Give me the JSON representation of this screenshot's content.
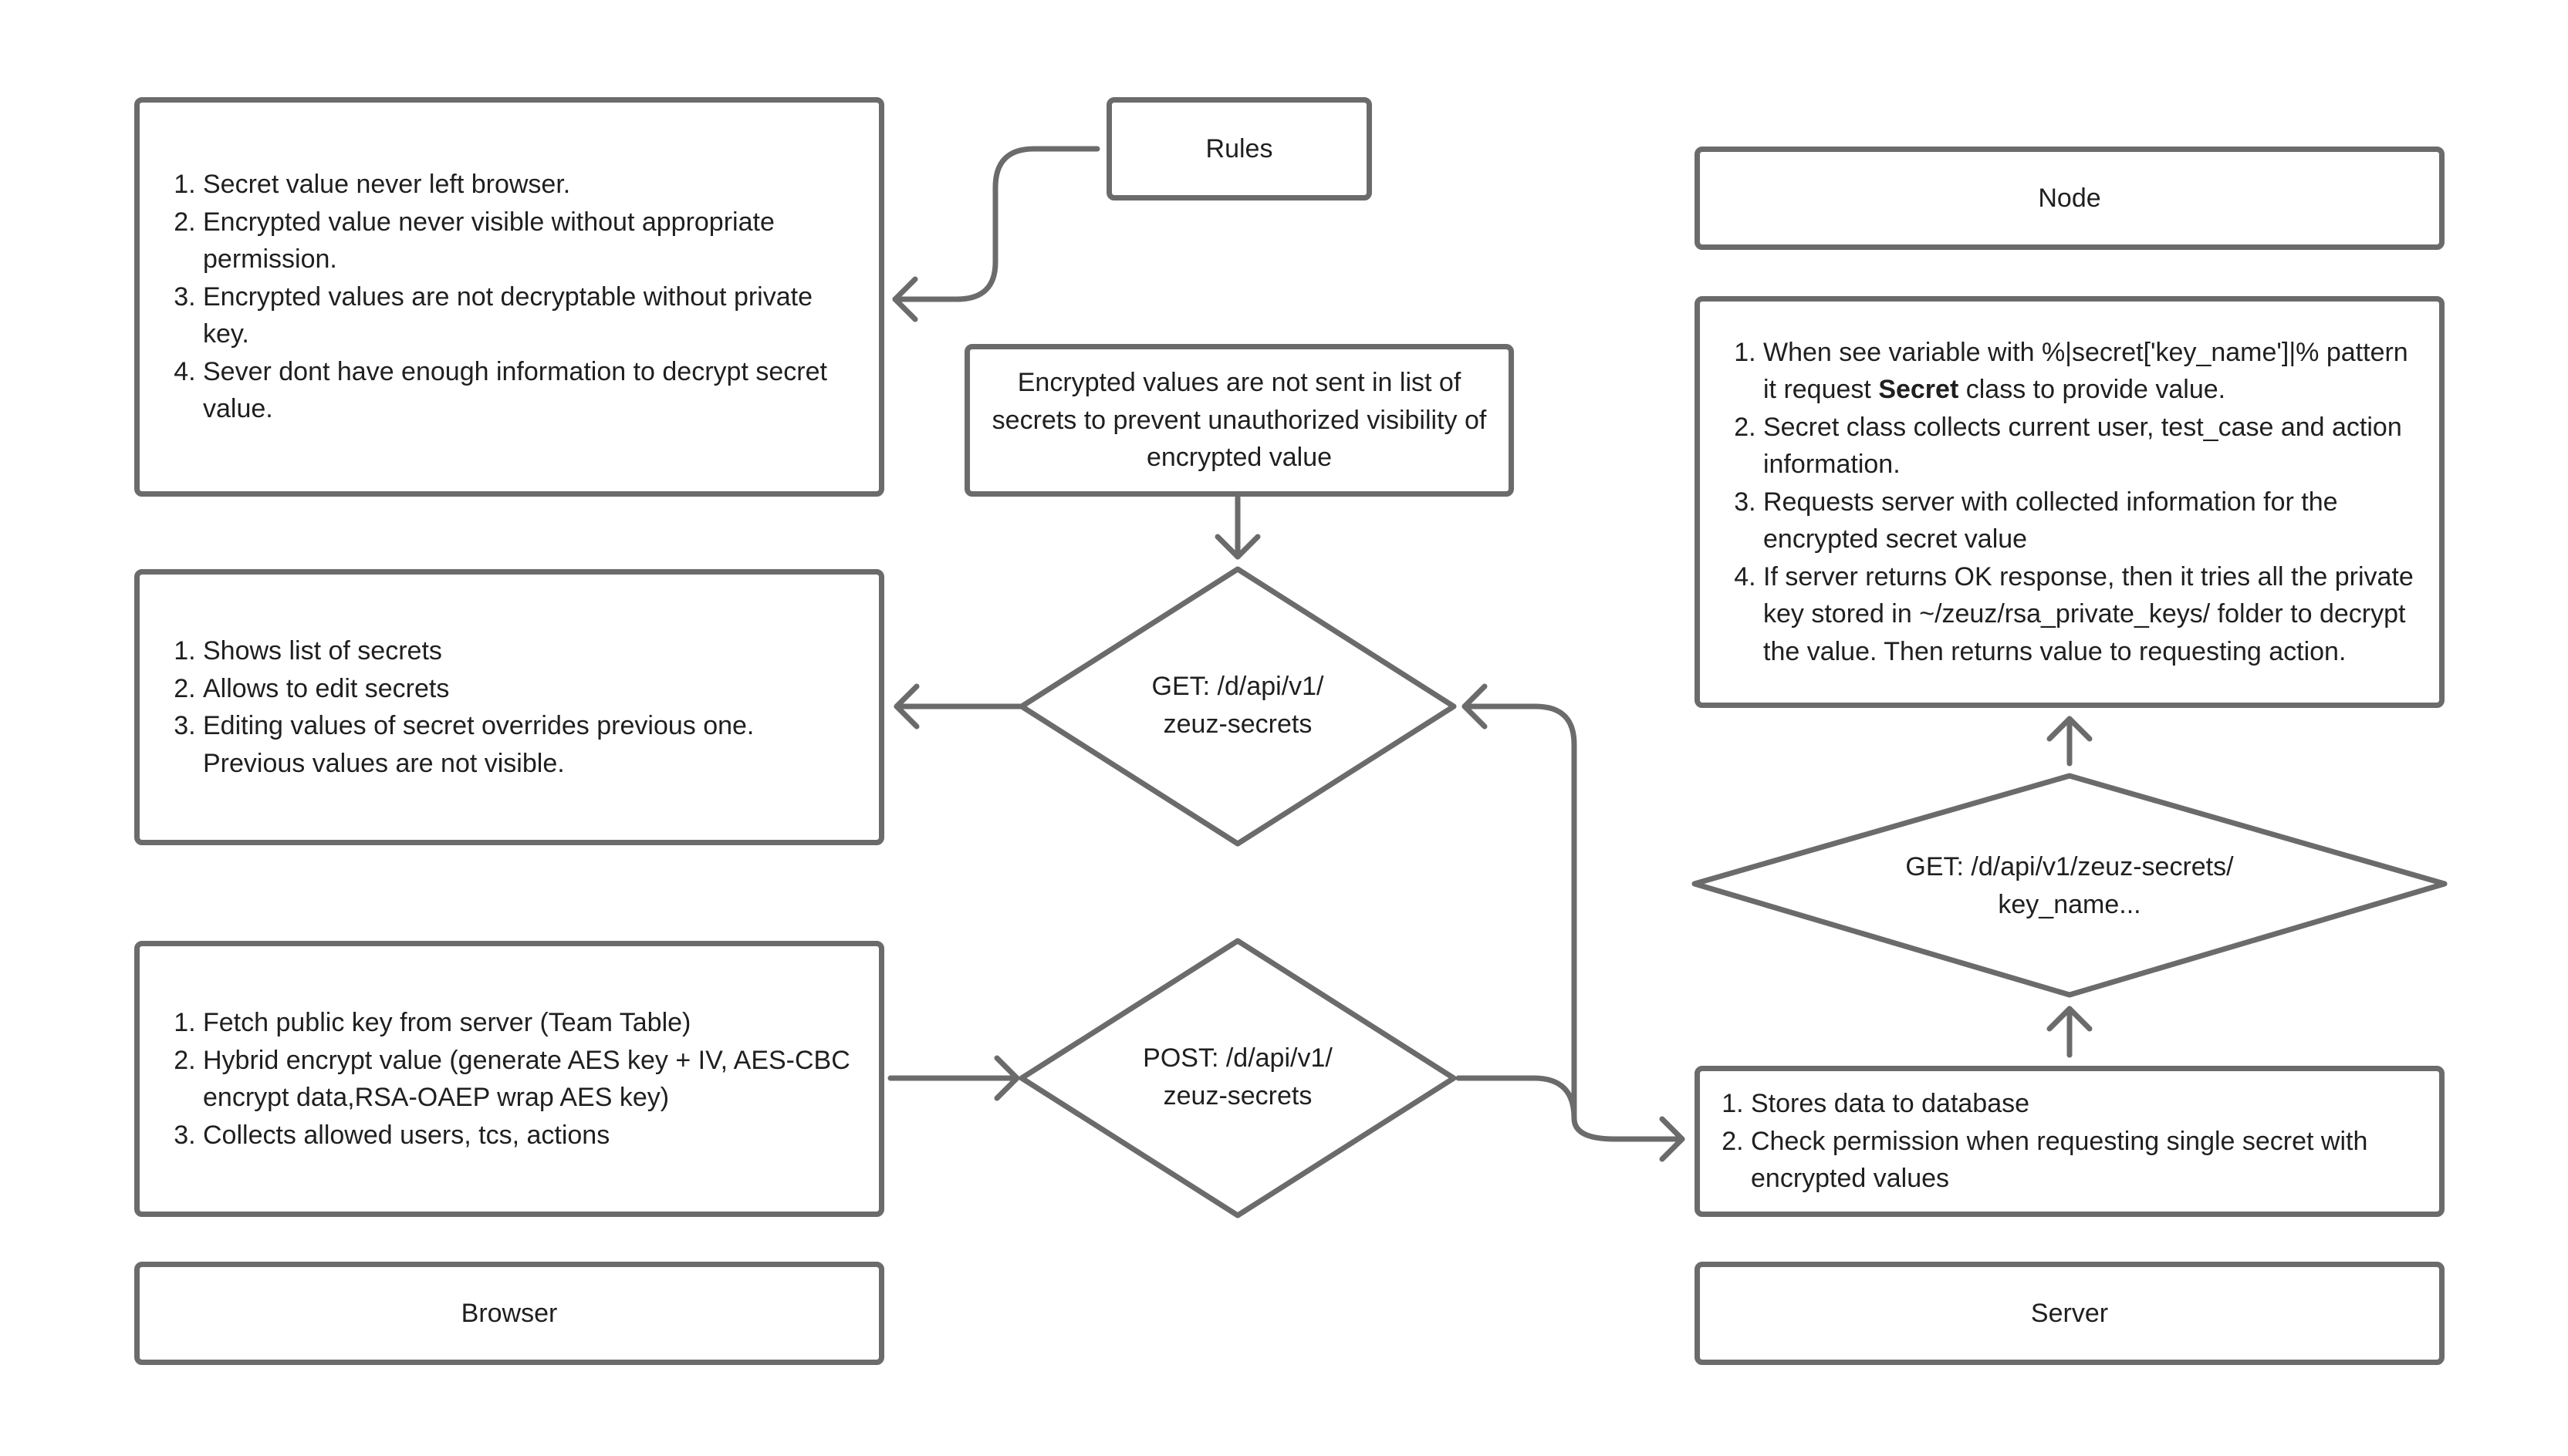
{
  "rules_label": "Rules",
  "browser_label": "Browser",
  "node_label": "Node",
  "server_label": "Server",
  "rules_list": [
    "Secret value never left browser.",
    "Encrypted value never visible without appropriate permission.",
    "Encrypted values are not decryptable without private key.",
    "Sever dont have enough information to decrypt secret value."
  ],
  "note_text": "Encrypted values are not sent in list of secrets to prevent unauthorized visibility of encrypted value",
  "list_view": [
    "Shows list of secrets",
    "Allows to edit secrets",
    "Editing values of secret overrides previous one. Previous values are not visible."
  ],
  "encrypt_steps": [
    "Fetch public key from server (Team Table)",
    "Hybrid encrypt value (generate AES key + IV, AES-CBC encrypt data,RSA-OAEP wrap AES key)",
    "Collects allowed users, tcs, actions"
  ],
  "get_list_endpoint": "GET: /d/api/v1/\nzeuz-secrets",
  "post_endpoint": "POST: /d/api/v1/\nzeuz-secrets",
  "get_single_endpoint": "GET: /d/api/v1/zeuz-secrets/\nkey_name...",
  "node_steps": {
    "step1_prefix": "When see variable with %|secret['key_name']|% pattern it request ",
    "step1_bold": "Secret",
    "step1_suffix": " class to provide value.",
    "step2": "Secret class collects current user, test_case and action information.",
    "step3": "Requests server with collected information for the encrypted secret value",
    "step4": "If server returns OK response, then it tries all the private key stored in ~/zeuz/rsa_private_keys/ folder to decrypt the value. Then returns value to requesting action."
  },
  "server_steps": [
    "Stores data to database",
    "Check permission when requesting single secret with encrypted values"
  ],
  "colors": {
    "stroke": "#6b6b6b",
    "text": "#1f1f1f",
    "background": "#ffffff"
  }
}
